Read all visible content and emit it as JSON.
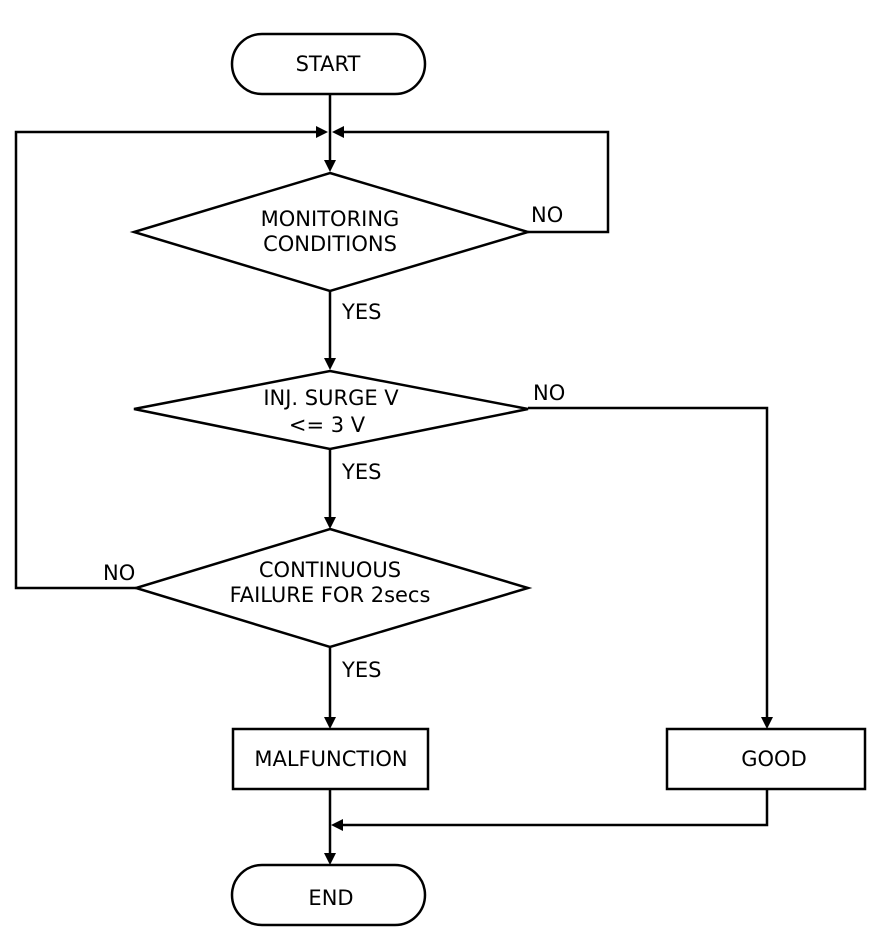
{
  "nodes": {
    "start": "START",
    "monitoring_line1": "MONITORING",
    "monitoring_line2": "CONDITIONS",
    "surge_line1": "INJ. SURGE V",
    "surge_line2": "<= 3 V",
    "continuous_line1": "CONTINUOUS",
    "continuous_line2": "FAILURE FOR 2secs",
    "malfunction": "MALFUNCTION",
    "good": "GOOD",
    "end": "END"
  },
  "edges": {
    "monitoring_no": "NO",
    "monitoring_yes": "YES",
    "surge_no": "NO",
    "surge_yes": "YES",
    "continuous_no": "NO",
    "continuous_yes": "YES"
  }
}
